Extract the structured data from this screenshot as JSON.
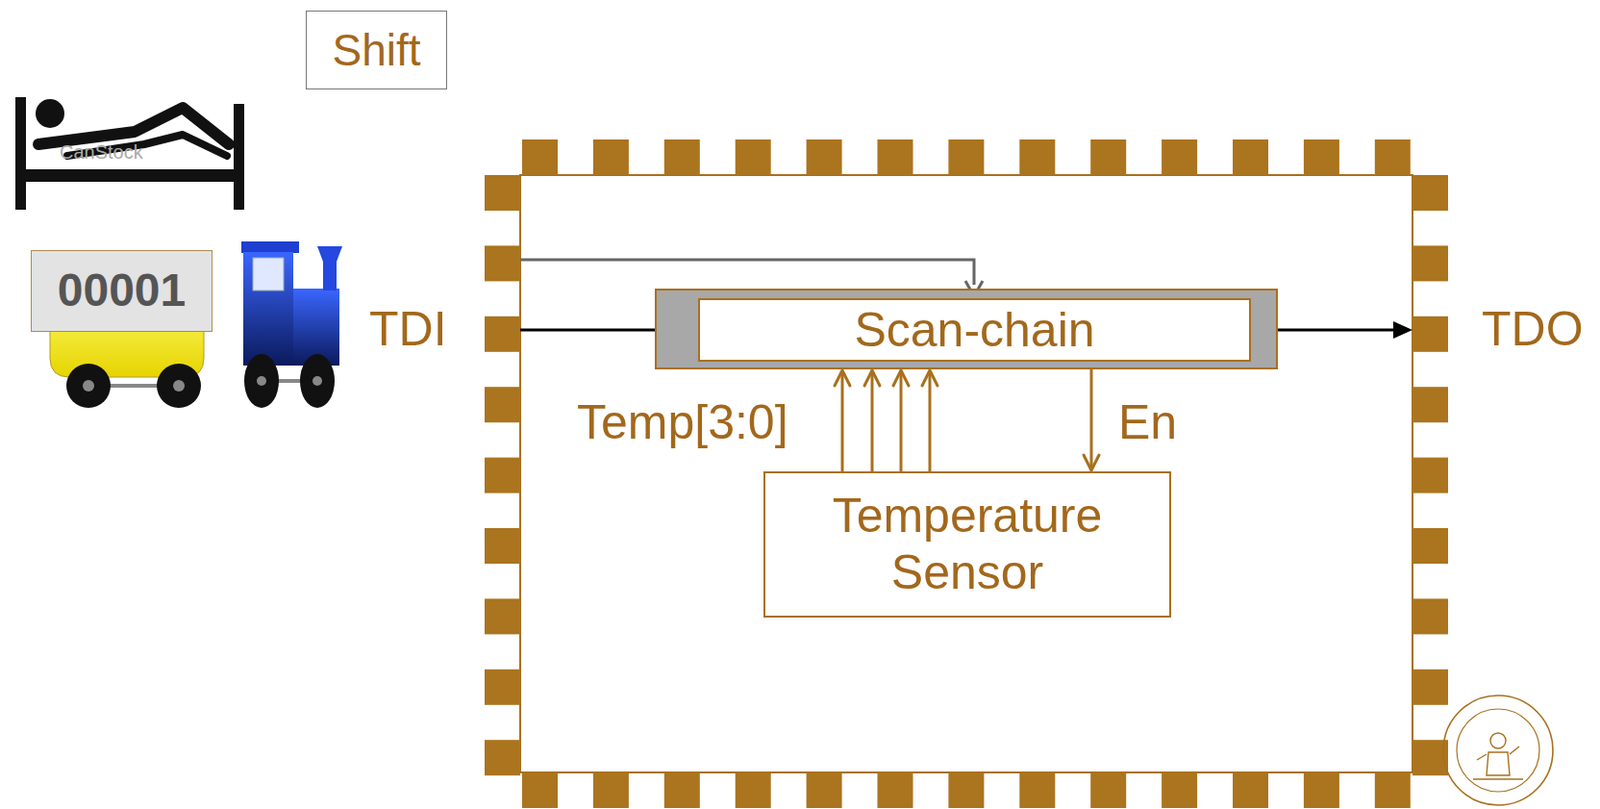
{
  "diagram": {
    "nodes": [
      {
        "text": [
          "Shift"
        ]
      },
      {
        "text": [
          "00001"
        ]
      },
      {
        "text": [
          "Scan-chain"
        ]
      },
      {
        "text": [
          "Temperature Sensor"
        ]
      }
    ],
    "edges": [
      {
        "from": 3,
        "to": 2,
        "arrow": "to",
        "label": "Temp[3:0]"
      },
      {
        "from": 2,
        "to": 3,
        "arrow": "to",
        "label": "En"
      }
    ],
    "labels": [
      "CanStock",
      "TDI",
      "TDO"
    ]
  }
}
